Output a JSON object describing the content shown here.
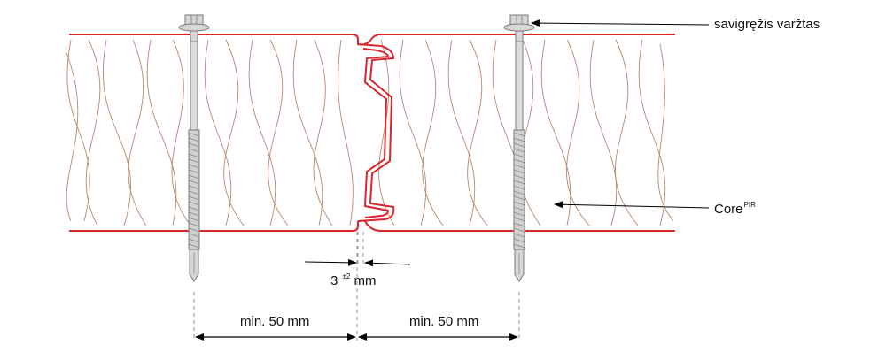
{
  "labels": {
    "screw": "savigręžis varžtas",
    "core": "Core",
    "core_sup": "PIR",
    "gap_value": "3",
    "gap_tolerance": "±2",
    "gap_unit": "mm",
    "dim_left": "min. 50 mm",
    "dim_right": "min. 50 mm"
  },
  "colors": {
    "steel_skin": "#d9252c",
    "core_lines": "#b7896e",
    "screw_fill": "#d6d6d6",
    "screw_stroke": "#7a7a7a",
    "arrows": "#000000"
  }
}
